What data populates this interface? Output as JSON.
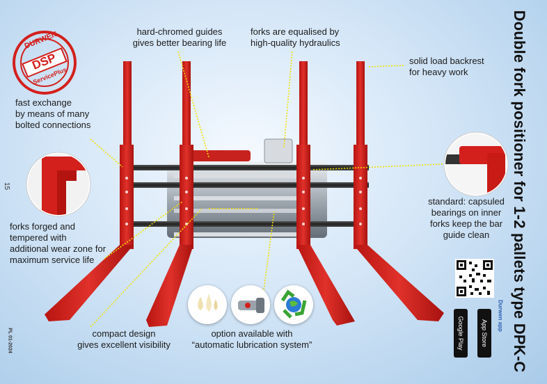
{
  "header": {
    "title": "Double fork positioner for 1-2 pallets type DPK-C",
    "page_number": "15",
    "footer_code": "PL 01-2024"
  },
  "stamp": {
    "top": "DURWEN",
    "middle": "DSP",
    "bottom": "ServicePlus"
  },
  "labels": {
    "guides_1": "hard-chromed guides",
    "guides_2": "gives better bearing life",
    "hydraulics_1": "forks are equalised by",
    "hydraulics_2": "high-quality hydraulics",
    "backrest_1": "solid load backrest",
    "backrest_2": "for heavy work",
    "exchange_1": "fast exchange",
    "exchange_2": "by means of many",
    "exchange_3": "bolted connections",
    "forged_1": "forks forged and",
    "forged_2": "tempered with",
    "forged_3": "additional wear zone for",
    "forged_4": "maximum service life",
    "bearings_1": "standard: capsuled",
    "bearings_2": "bearings on inner",
    "bearings_3": "forks keep the bar",
    "bearings_4": "guide clean",
    "compact_1": "compact design",
    "compact_2": "gives excellent visibility",
    "option_1": "option available with",
    "option_2": "“automatic lubrication system”"
  },
  "app": {
    "label": "Durwen app",
    "google_play": "Google Play",
    "app_store": "App Store"
  },
  "colors": {
    "fork_red": "#d3201c",
    "leader_yellow": "#f2e100"
  }
}
